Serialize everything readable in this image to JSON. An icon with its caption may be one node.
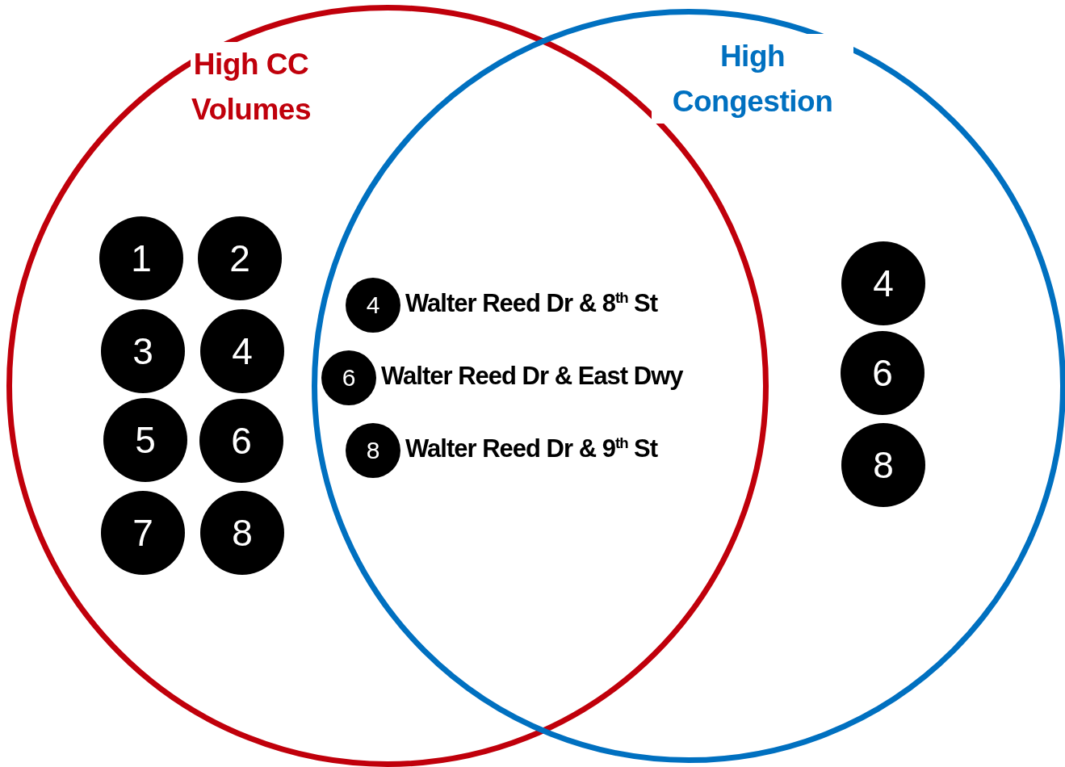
{
  "diagram": {
    "nodes": [
      {
        "text": [
          "High CC Volumes"
        ]
      },
      {
        "text": [
          "High Congestion"
        ]
      },
      {
        "text": [
          "1"
        ],
        "in": 0
      },
      {
        "text": [
          "2"
        ],
        "in": 0
      },
      {
        "text": [
          "3"
        ],
        "in": 0
      },
      {
        "text": [
          "4"
        ],
        "in": 0
      },
      {
        "text": [
          "5"
        ],
        "in": 0
      },
      {
        "text": [
          "6"
        ],
        "in": 0
      },
      {
        "text": [
          "7"
        ],
        "in": 0
      },
      {
        "text": [
          "8"
        ],
        "in": 0
      },
      {
        "text": [
          "4"
        ],
        "in": 1
      },
      {
        "text": [
          "6"
        ],
        "in": 1
      },
      {
        "text": [
          "8"
        ],
        "in": 1
      },
      {
        "text": [
          "4"
        ],
        "beside": [
          "Walter Reed Dr & 8$^{th}$ St"
        ]
      },
      {
        "text": [
          "6"
        ],
        "beside": [
          "Walter Reed Dr & East Dwy"
        ]
      },
      {
        "text": [
          "8"
        ],
        "beside": [
          "Walter Reed Dr & 9$^{th}$ St"
        ]
      }
    ],
    "edges": []
  }
}
